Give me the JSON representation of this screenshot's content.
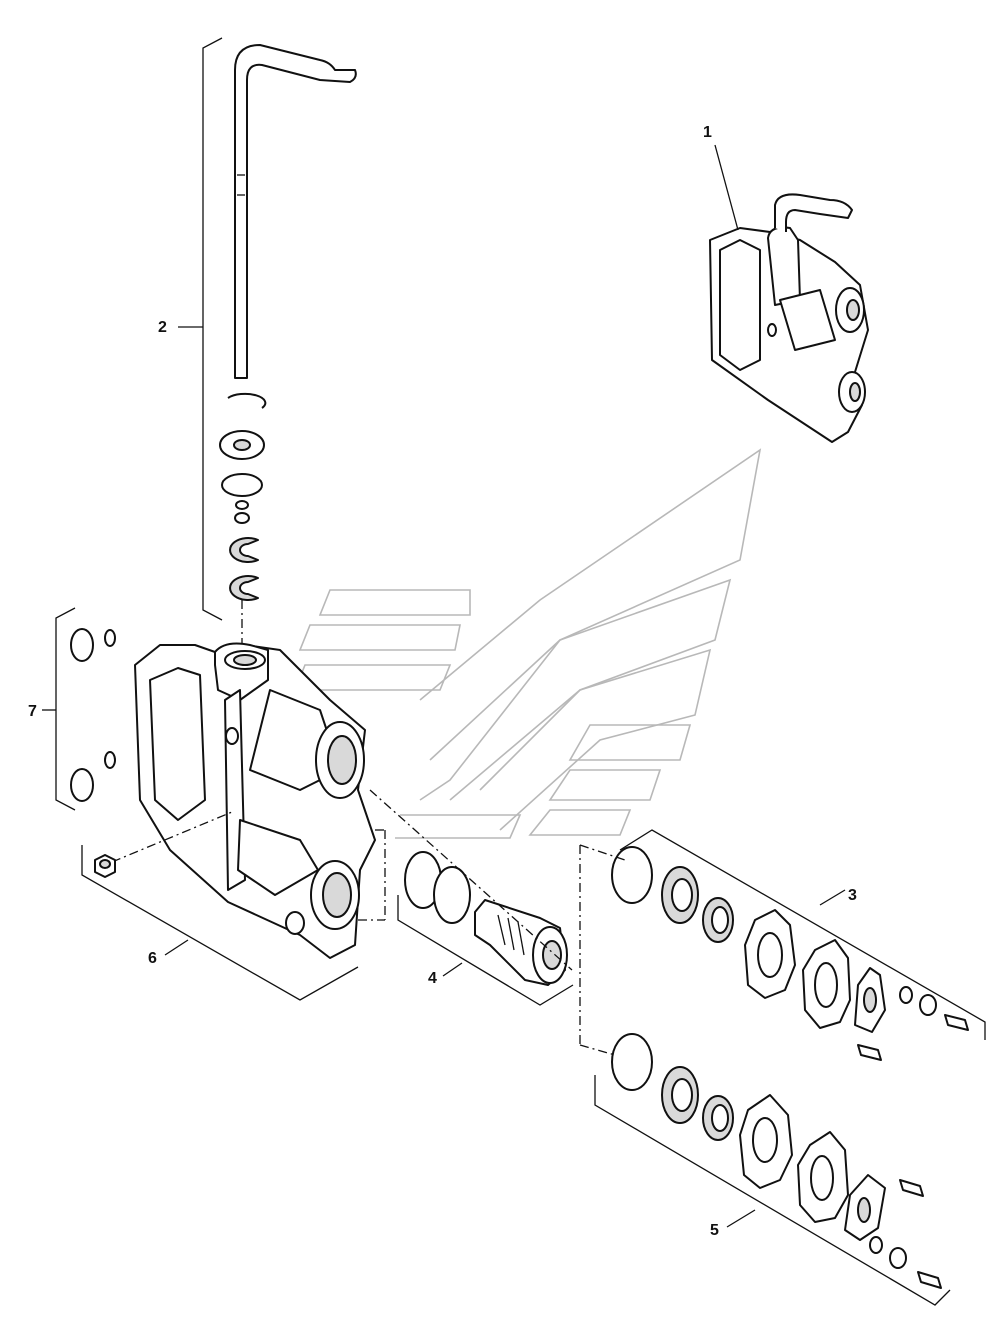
{
  "callouts": [
    {
      "id": "1",
      "label": "1"
    },
    {
      "id": "2",
      "label": "2"
    },
    {
      "id": "3",
      "label": "3"
    },
    {
      "id": "4",
      "label": "4"
    },
    {
      "id": "5",
      "label": "5"
    },
    {
      "id": "6",
      "label": "6"
    },
    {
      "id": "7",
      "label": "7"
    }
  ],
  "colors": {
    "line": "#111111",
    "background": "#ffffff",
    "watermark": "#b8b8b8",
    "fill": "#d9d9d9"
  }
}
